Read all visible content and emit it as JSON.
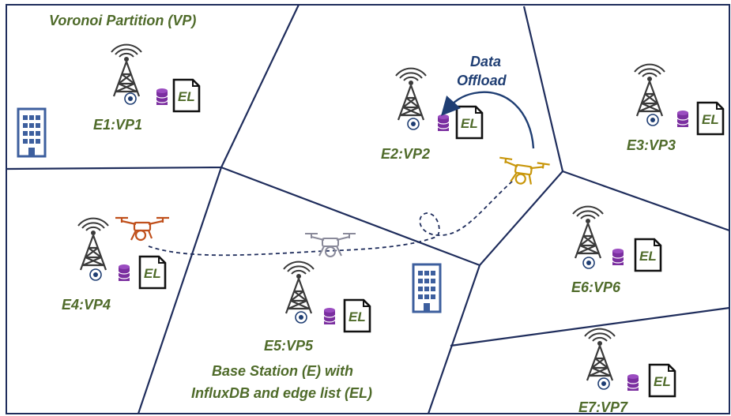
{
  "title": "Voronoi Partition (VP)",
  "offload_label_line1": "Data",
  "offload_label_line2": "Offload",
  "legend_line1": "Base Station (E) with",
  "legend_line2": "InfluxDB and edge list (EL)",
  "edge_list_tag": "EL",
  "stations": [
    {
      "id": "E1",
      "label": "E1:VP1"
    },
    {
      "id": "E2",
      "label": "E2:VP2"
    },
    {
      "id": "E3",
      "label": "E3:VP3"
    },
    {
      "id": "E4",
      "label": "E4:VP4"
    },
    {
      "id": "E5",
      "label": "E5:VP5"
    },
    {
      "id": "E6",
      "label": "E6:VP6"
    },
    {
      "id": "E7",
      "label": "E7:VP7"
    }
  ],
  "colors": {
    "boundary": "#1f2d5c",
    "tower": "#3a3a3a",
    "database": "#7b2fa0",
    "label": "#4f6b2a",
    "offload_arrow": "#1f3e73",
    "drone_orange": "#c0501c",
    "drone_gray": "#8a8a9a",
    "drone_gold": "#c8960a",
    "building": "#3d5f9e"
  }
}
